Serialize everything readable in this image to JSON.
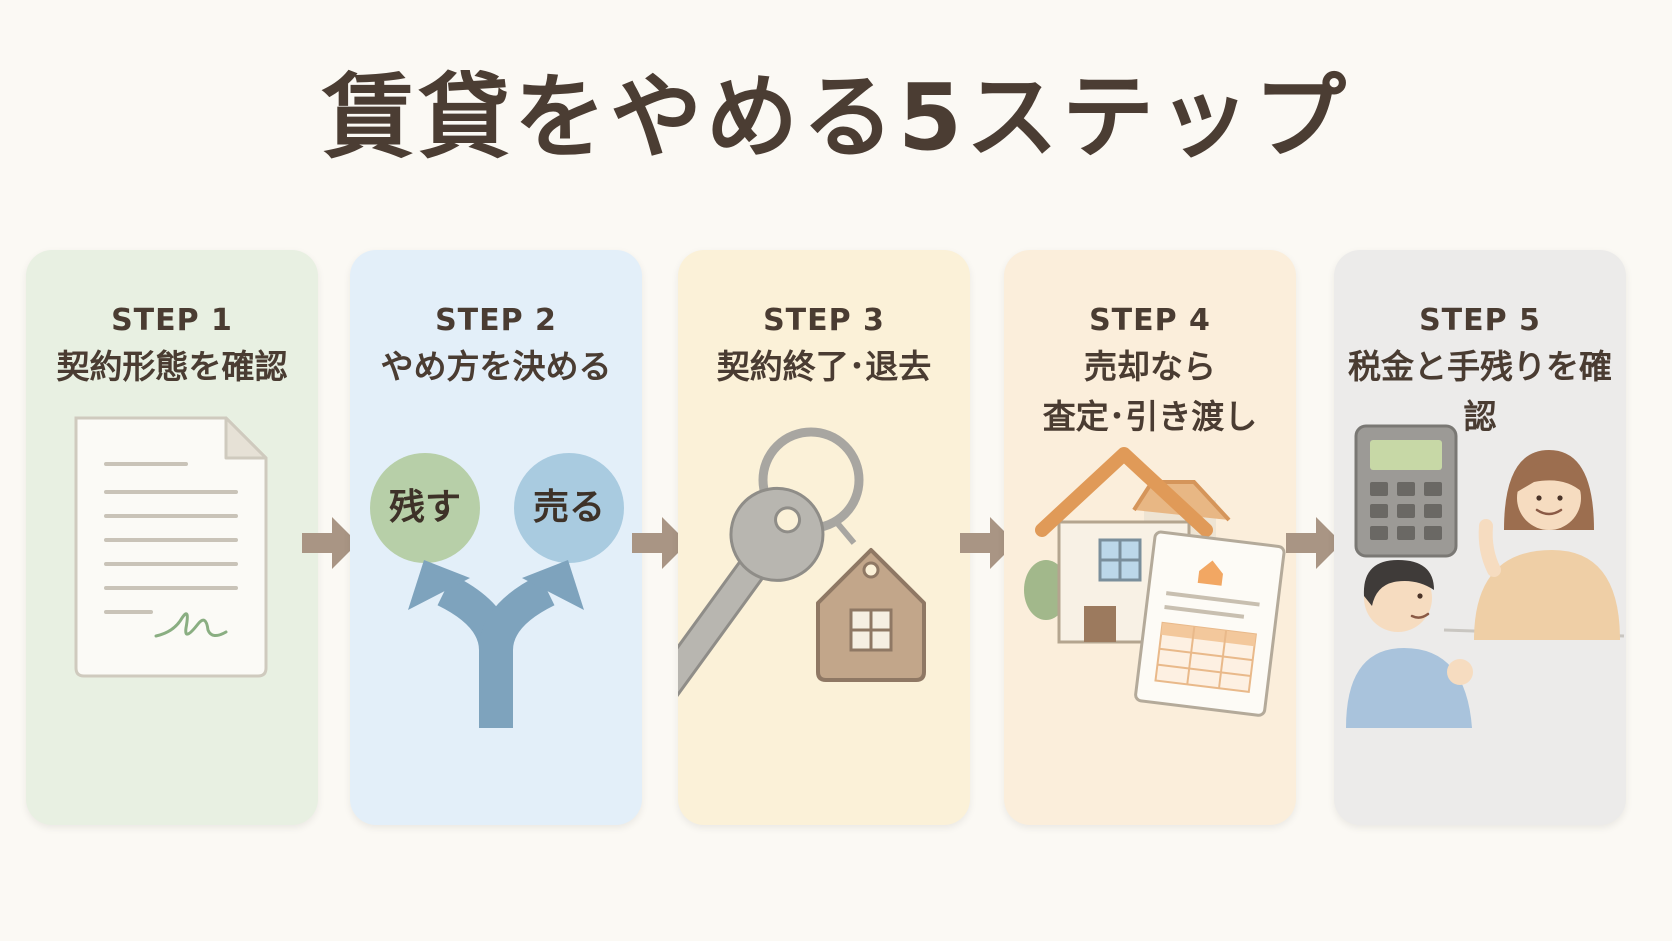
{
  "title": "賃貸をやめる5ステップ",
  "colors": {
    "step1": "#e8f0e2",
    "step2": "#e3eff9",
    "step3": "#fbf1d8",
    "step4": "#fbeedb",
    "step5": "#ecebea",
    "arrow": "#a99584"
  },
  "steps": [
    {
      "label": "STEP 1",
      "text": "契約形態を確認"
    },
    {
      "label": "STEP 2",
      "text": "やめ方を決める",
      "options": [
        "残す",
        "売る"
      ]
    },
    {
      "label": "STEP 3",
      "text": "契約終了･退去"
    },
    {
      "label": "STEP 4",
      "text": "売却なら\n査定･引き渡し"
    },
    {
      "label": "STEP 5",
      "text": "税金と手残りを確認"
    }
  ]
}
